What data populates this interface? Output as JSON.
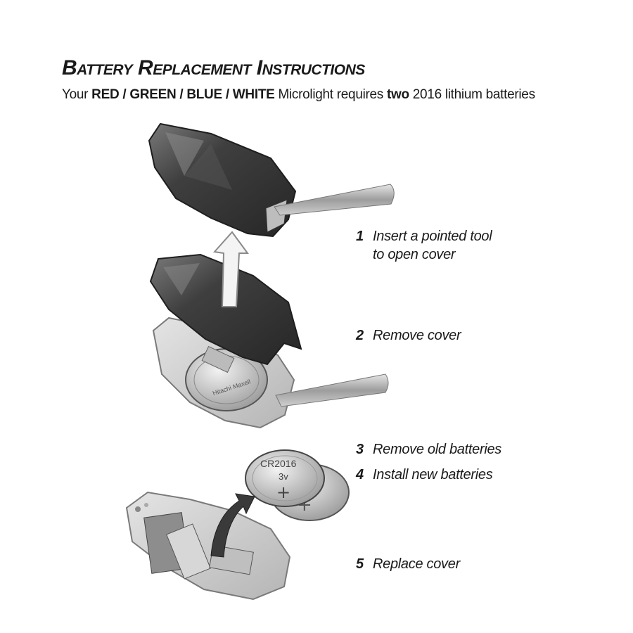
{
  "header": {
    "title": "Battery Replacement Instructions",
    "subtitle": {
      "p1": "Your ",
      "colors": "RED / GREEN / BLUE / WHITE",
      "p2": " Microlight requires ",
      "count": "two",
      "p3": " 2016 lithium batteries"
    }
  },
  "steps": [
    {
      "num": "1",
      "line1": "Insert a pointed tool",
      "line2": "to open cover"
    },
    {
      "num": "2",
      "line1": "Remove cover"
    },
    {
      "num": "3",
      "line1": "Remove old batteries"
    },
    {
      "num": "4",
      "line1": "Install new batteries"
    },
    {
      "num": "5",
      "line1": "Replace cover"
    }
  ],
  "battery": {
    "model": "CR2016",
    "voltage": "3v",
    "polarity": "+",
    "old_battery_print": "Hitachi Maxell"
  },
  "colors": {
    "cover": "#3a3a3a",
    "cover_highlight": "#6b6b6b",
    "housing": "#cfcfcf",
    "battery": "#d8d8d8",
    "text": "#1a1a1a"
  }
}
